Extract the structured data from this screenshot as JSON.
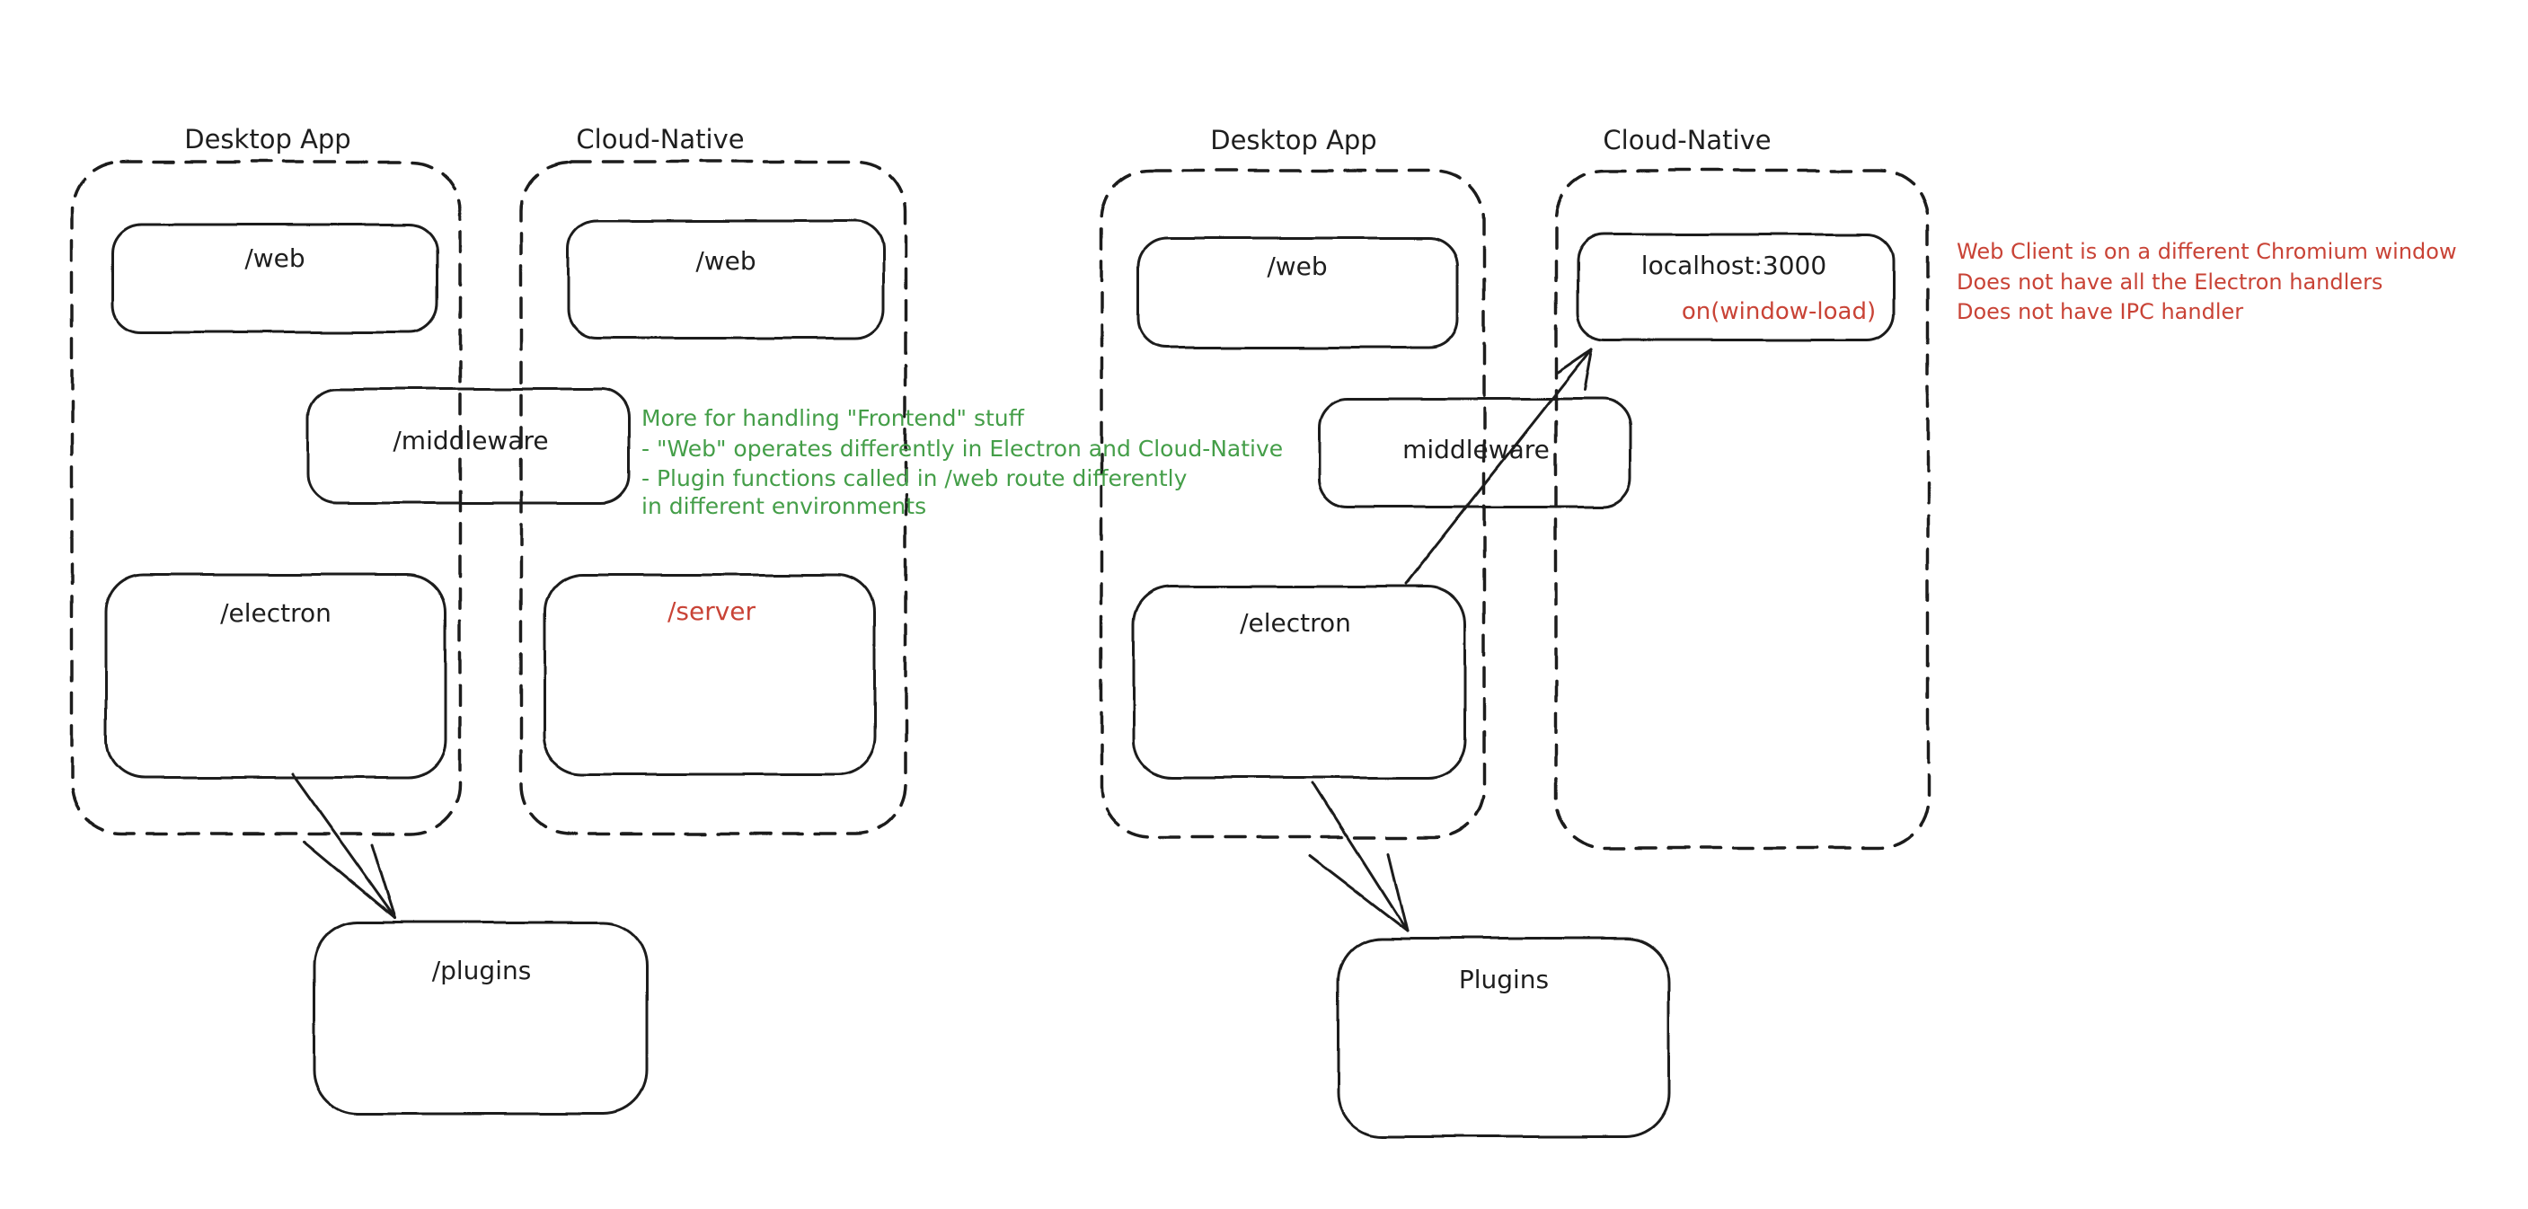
{
  "colors": {
    "ink": "#1e1e1e",
    "green": "#449e48",
    "red": "#c94336",
    "background": "#ffffff"
  },
  "left": {
    "desktop": {
      "label": "Desktop App",
      "web": "/web",
      "middleware": "/middleware",
      "electron": "/electron"
    },
    "cloud": {
      "label": "Cloud-Native",
      "web": "/web",
      "server": "/server"
    },
    "plugins": "/plugins",
    "note": {
      "line1": "More for handling \"Frontend\" stuff",
      "line2": "- \"Web\" operates differently in Electron and Cloud-Native",
      "line3": "- Plugin functions called in /web route differently",
      "line4": "in different environments"
    }
  },
  "right": {
    "desktop": {
      "label": "Desktop App",
      "web": "/web",
      "middleware": "middleware",
      "electron": "/electron"
    },
    "cloud": {
      "label": "Cloud-Native",
      "localhost": "localhost:3000",
      "on_window_load": "on(window-load)"
    },
    "plugins": "Plugins",
    "note": {
      "line1": "Web Client is on a different Chromium window",
      "line2": "Does not have all the Electron handlers",
      "line3": "Does not have IPC handler"
    }
  }
}
